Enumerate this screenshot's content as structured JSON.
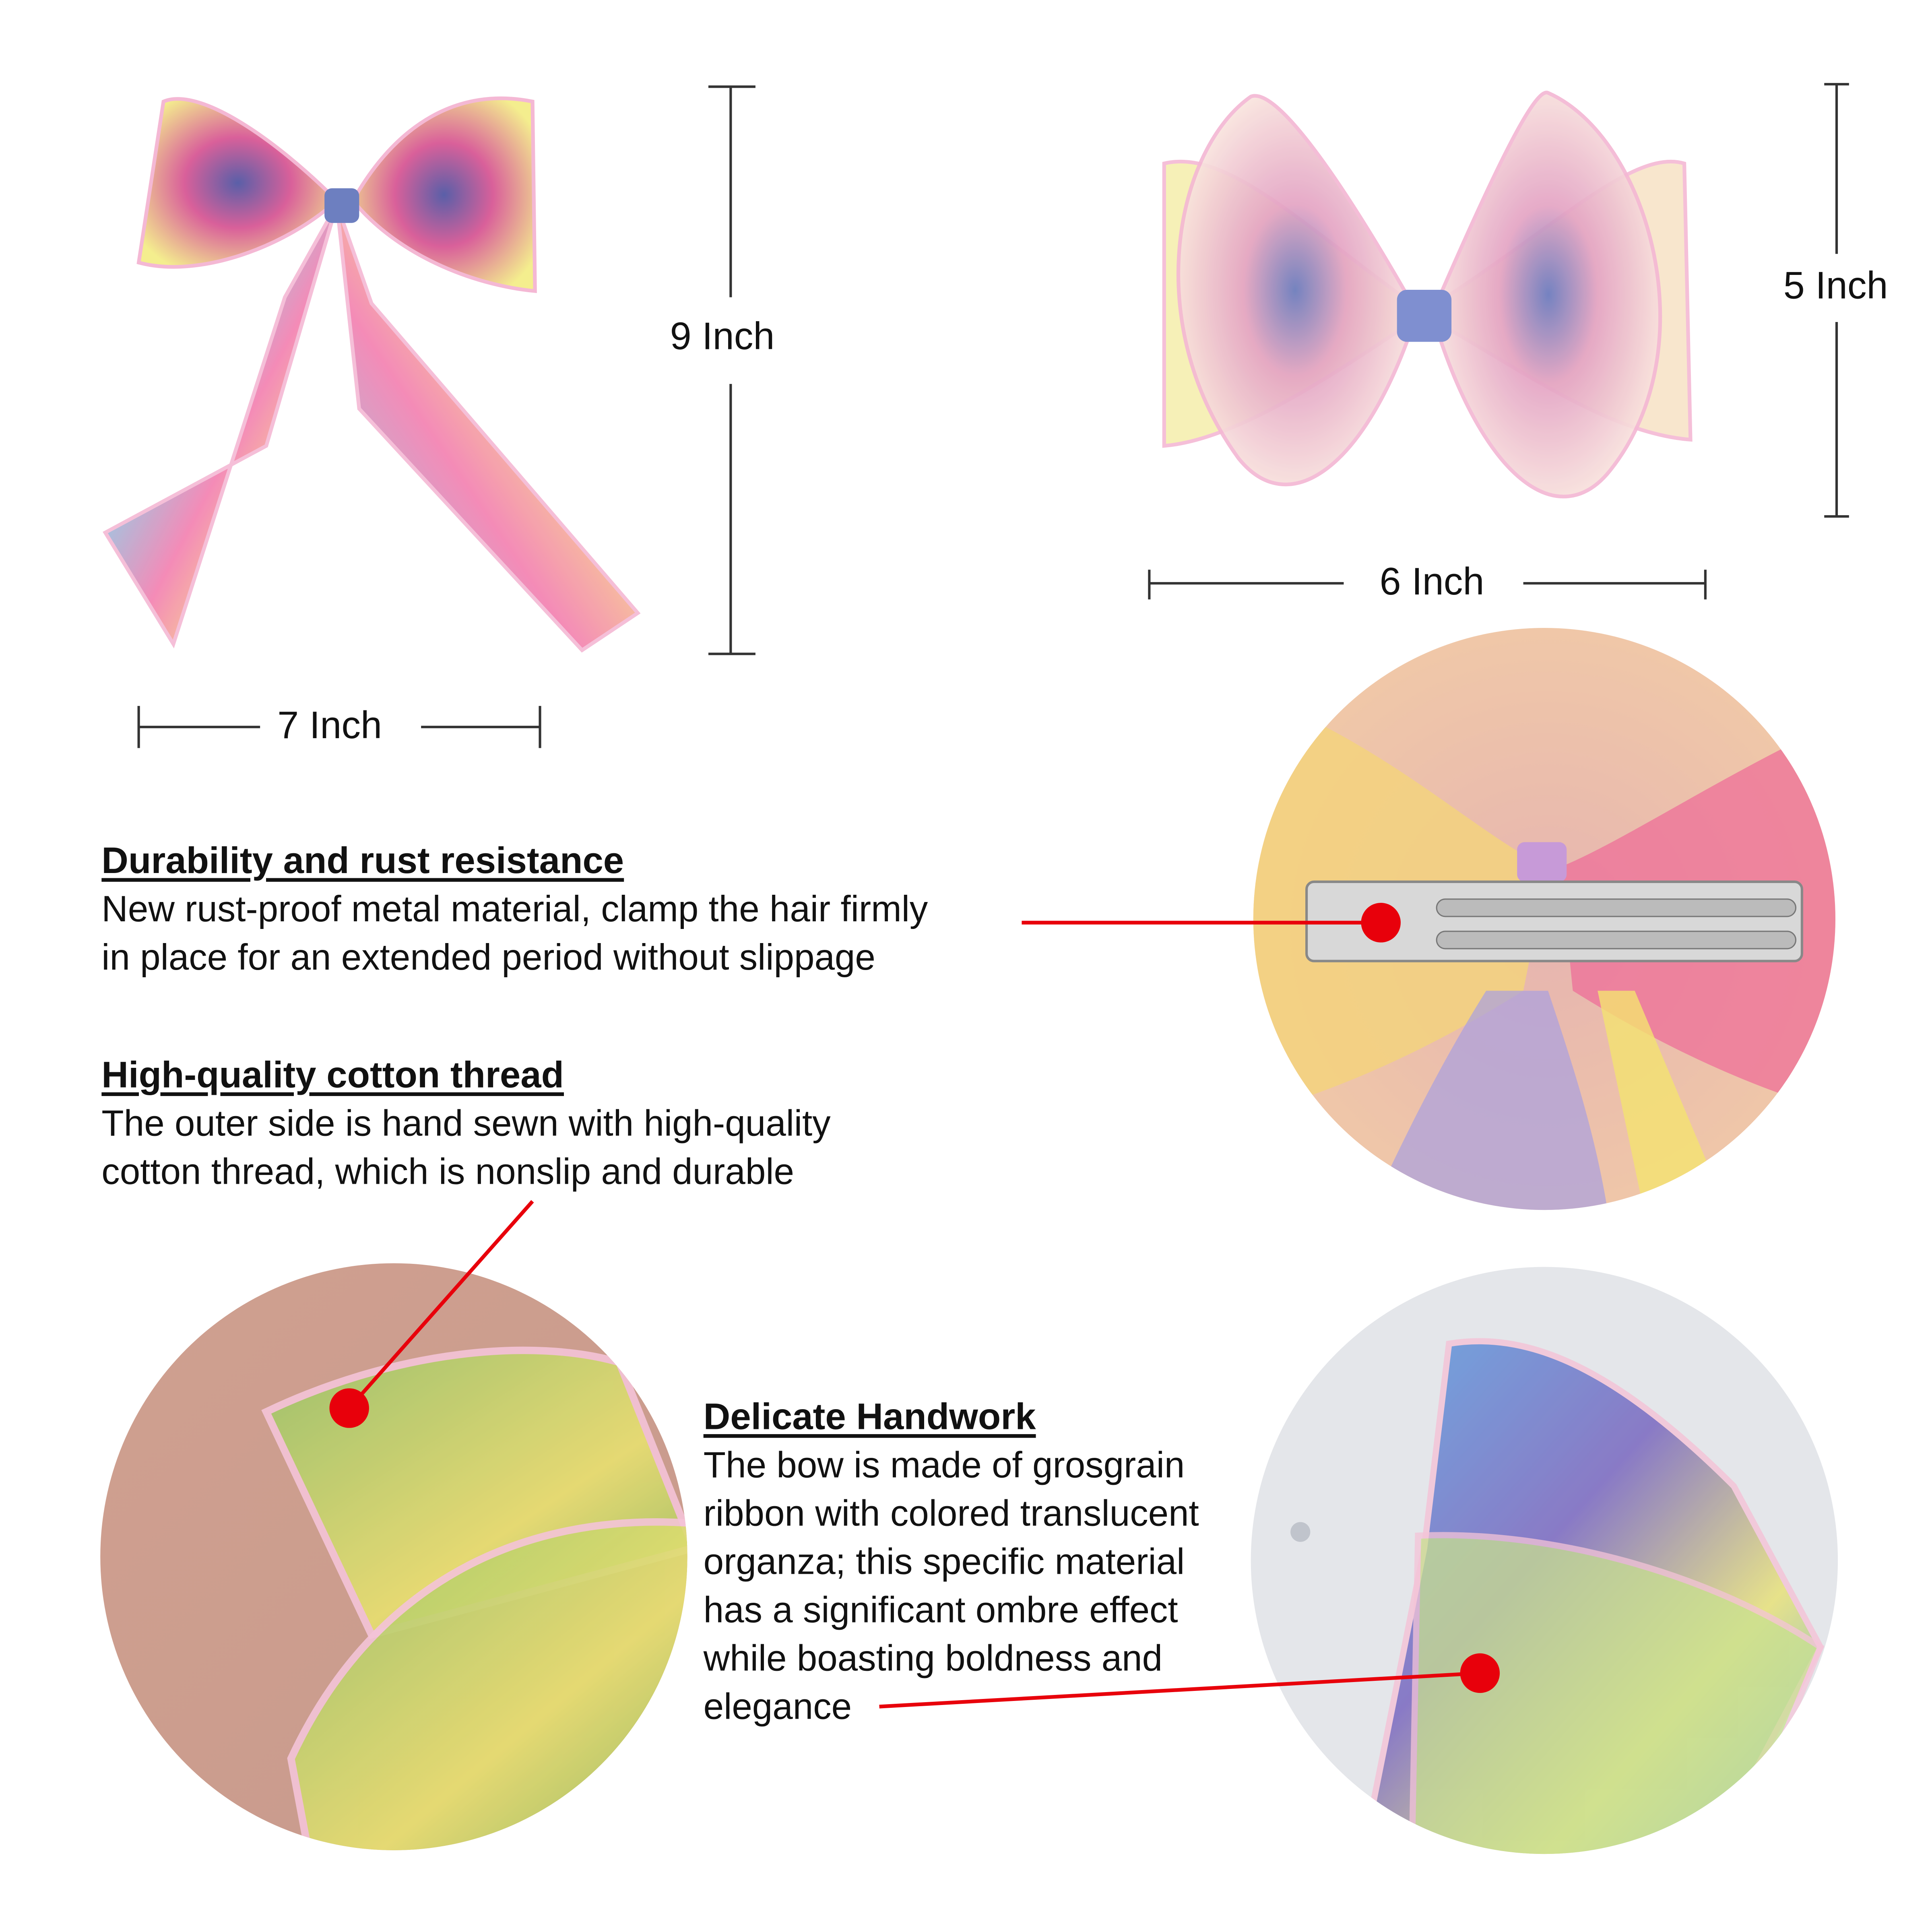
{
  "dimensions": {
    "long_bow": {
      "height": "9 Inch",
      "width": "7 Inch"
    },
    "short_bow": {
      "height": "5 Inch",
      "width": "6 Inch"
    }
  },
  "features": [
    {
      "title": "Durability and rust resistance",
      "lines": [
        "New rust-proof metal material, clamp the hair firmly",
        "in place for an extended period without slippage"
      ]
    },
    {
      "title": "High-quality cotton thread",
      "lines": [
        "The outer side is hand sewn with high-quality",
        "cotton thread, which is nonslip and durable"
      ]
    },
    {
      "title": "Delicate Handwork",
      "lines": [
        "The bow is made of grosgrain",
        "ribbon with colored translucent",
        "organza; this specific material",
        "has a significant ombre effect",
        "while boasting boldness and",
        "elegance"
      ]
    }
  ],
  "colors": {
    "callout": "#e8000b",
    "edge": "#f4b8d4"
  }
}
